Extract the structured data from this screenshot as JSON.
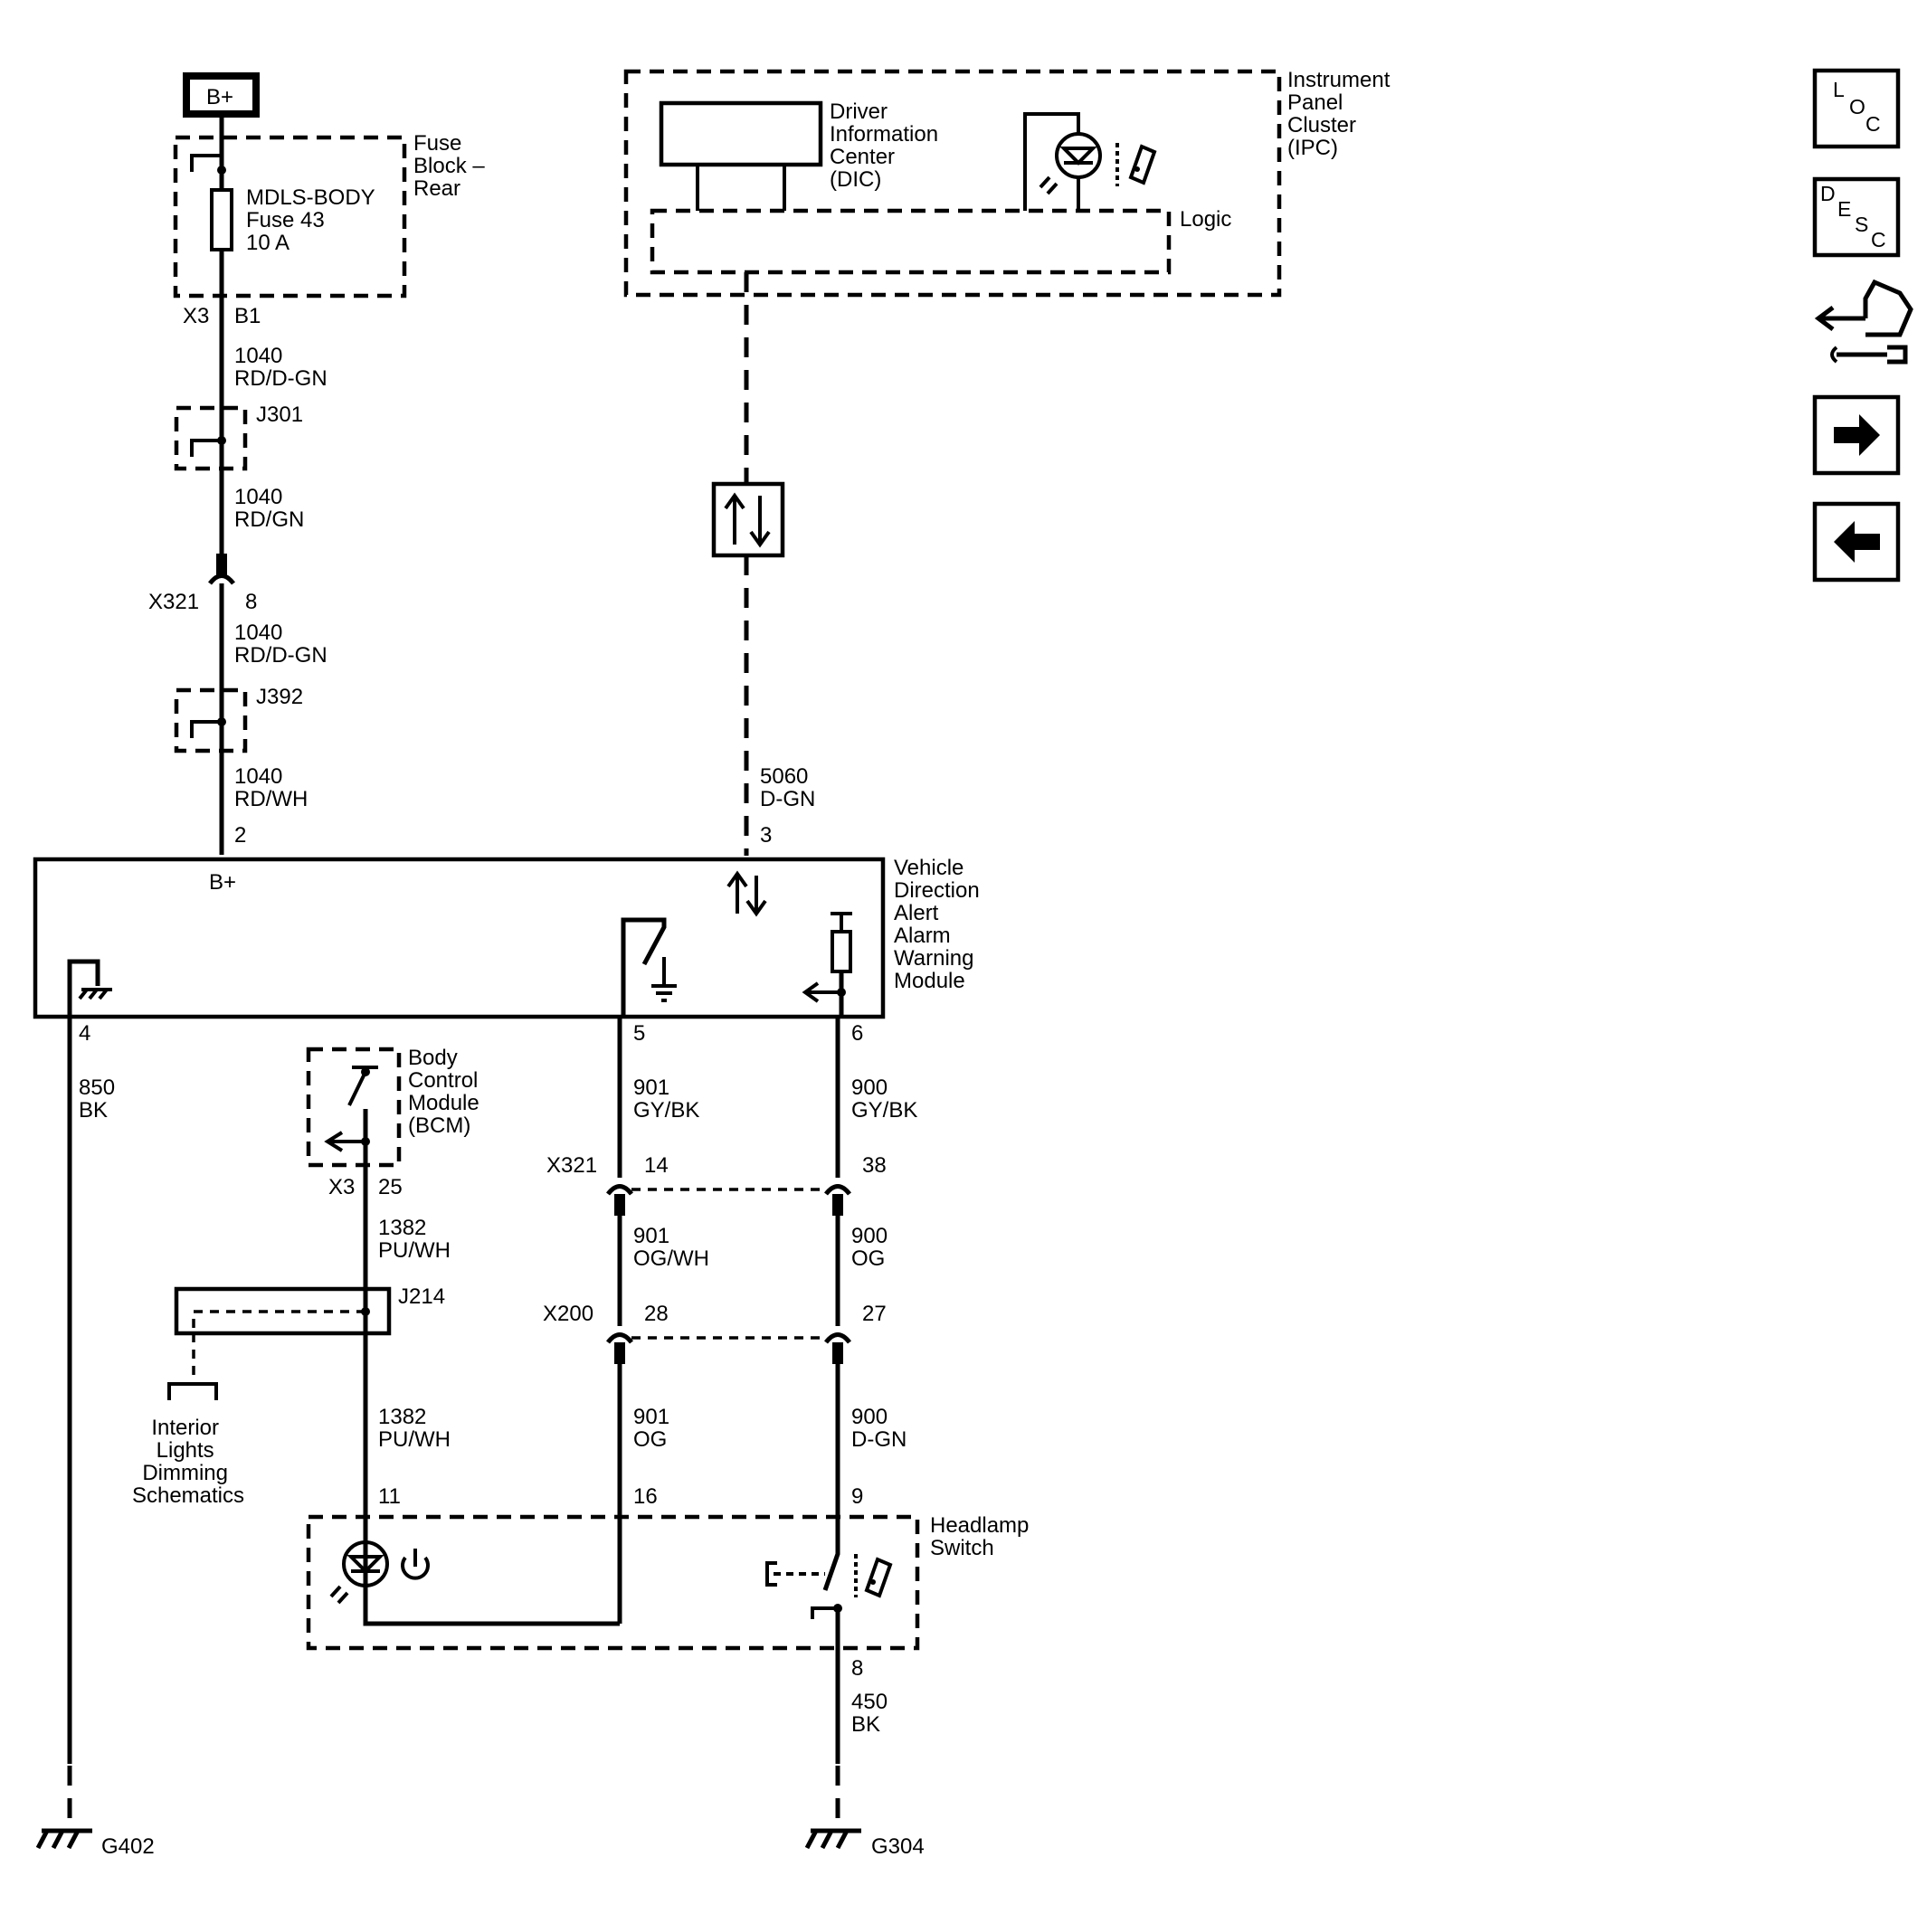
{
  "power": {
    "b_plus": "B+"
  },
  "fuse_block": {
    "name": [
      "Fuse",
      "Block –",
      "Rear"
    ],
    "fuse": [
      "MDLS-BODY",
      "Fuse 43",
      "10 A"
    ],
    "connector": "X3",
    "pin": "B1"
  },
  "wires": {
    "w1040a": {
      "circuit": "1040",
      "color": "RD/D-GN"
    },
    "w1040b": {
      "circuit": "1040",
      "color": "RD/GN"
    },
    "w1040c": {
      "circuit": "1040",
      "color": "RD/D-GN"
    },
    "w1040d": {
      "circuit": "1040",
      "color": "RD/WH"
    },
    "w5060": {
      "circuit": "5060",
      "color": "D-GN"
    },
    "w850": {
      "circuit": "850",
      "color": "BK"
    },
    "w901a": {
      "circuit": "901",
      "color": "GY/BK"
    },
    "w900a": {
      "circuit": "900",
      "color": "GY/BK"
    },
    "w901b": {
      "circuit": "901",
      "color": "OG/WH"
    },
    "w900b": {
      "circuit": "900",
      "color": "OG"
    },
    "w901c": {
      "circuit": "901",
      "color": "OG"
    },
    "w900c": {
      "circuit": "900",
      "color": "D-GN"
    },
    "w1382a": {
      "circuit": "1382",
      "color": "PU/WH"
    },
    "w1382b": {
      "circuit": "1382",
      "color": "PU/WH"
    },
    "w450": {
      "circuit": "450",
      "color": "BK"
    }
  },
  "splices": {
    "j301": "J301",
    "j392": "J392",
    "j214": "J214"
  },
  "inline": {
    "x321_top": {
      "name": "X321",
      "pin": "8"
    },
    "x321_mid": {
      "name": "X321",
      "pin_left": "14",
      "pin_right": "38"
    },
    "x200": {
      "name": "X200",
      "pin_left": "28",
      "pin_right": "27"
    }
  },
  "ipc": {
    "name": [
      "Instrument",
      "Panel",
      "Cluster",
      "(IPC)"
    ],
    "dic": [
      "Driver",
      "Information",
      "Center",
      "(DIC)"
    ],
    "logic": "Logic"
  },
  "vdaawm": {
    "name": [
      "Vehicle",
      "Direction",
      "Alert",
      "Alarm",
      "Warning",
      "Module"
    ],
    "b_plus": "B+",
    "pins": {
      "p2": "2",
      "p3": "3",
      "p4": "4",
      "p5": "5",
      "p6": "6"
    }
  },
  "bcm": {
    "name": [
      "Body",
      "Control",
      "Module",
      "(BCM)"
    ],
    "connector": "X3",
    "pin": "25"
  },
  "interior_lights": [
    "Interior",
    "Lights",
    "Dimming",
    "Schematics"
  ],
  "headlamp": {
    "name": [
      "Headlamp",
      "Switch"
    ],
    "pins": {
      "p11": "11",
      "p16": "16",
      "p9": "9",
      "p8": "8"
    }
  },
  "grounds": {
    "g402": "G402",
    "g304": "G304"
  },
  "nav": {
    "loc": [
      "L",
      "O",
      "C"
    ],
    "desc": [
      "D",
      "E",
      "S",
      "C"
    ]
  }
}
